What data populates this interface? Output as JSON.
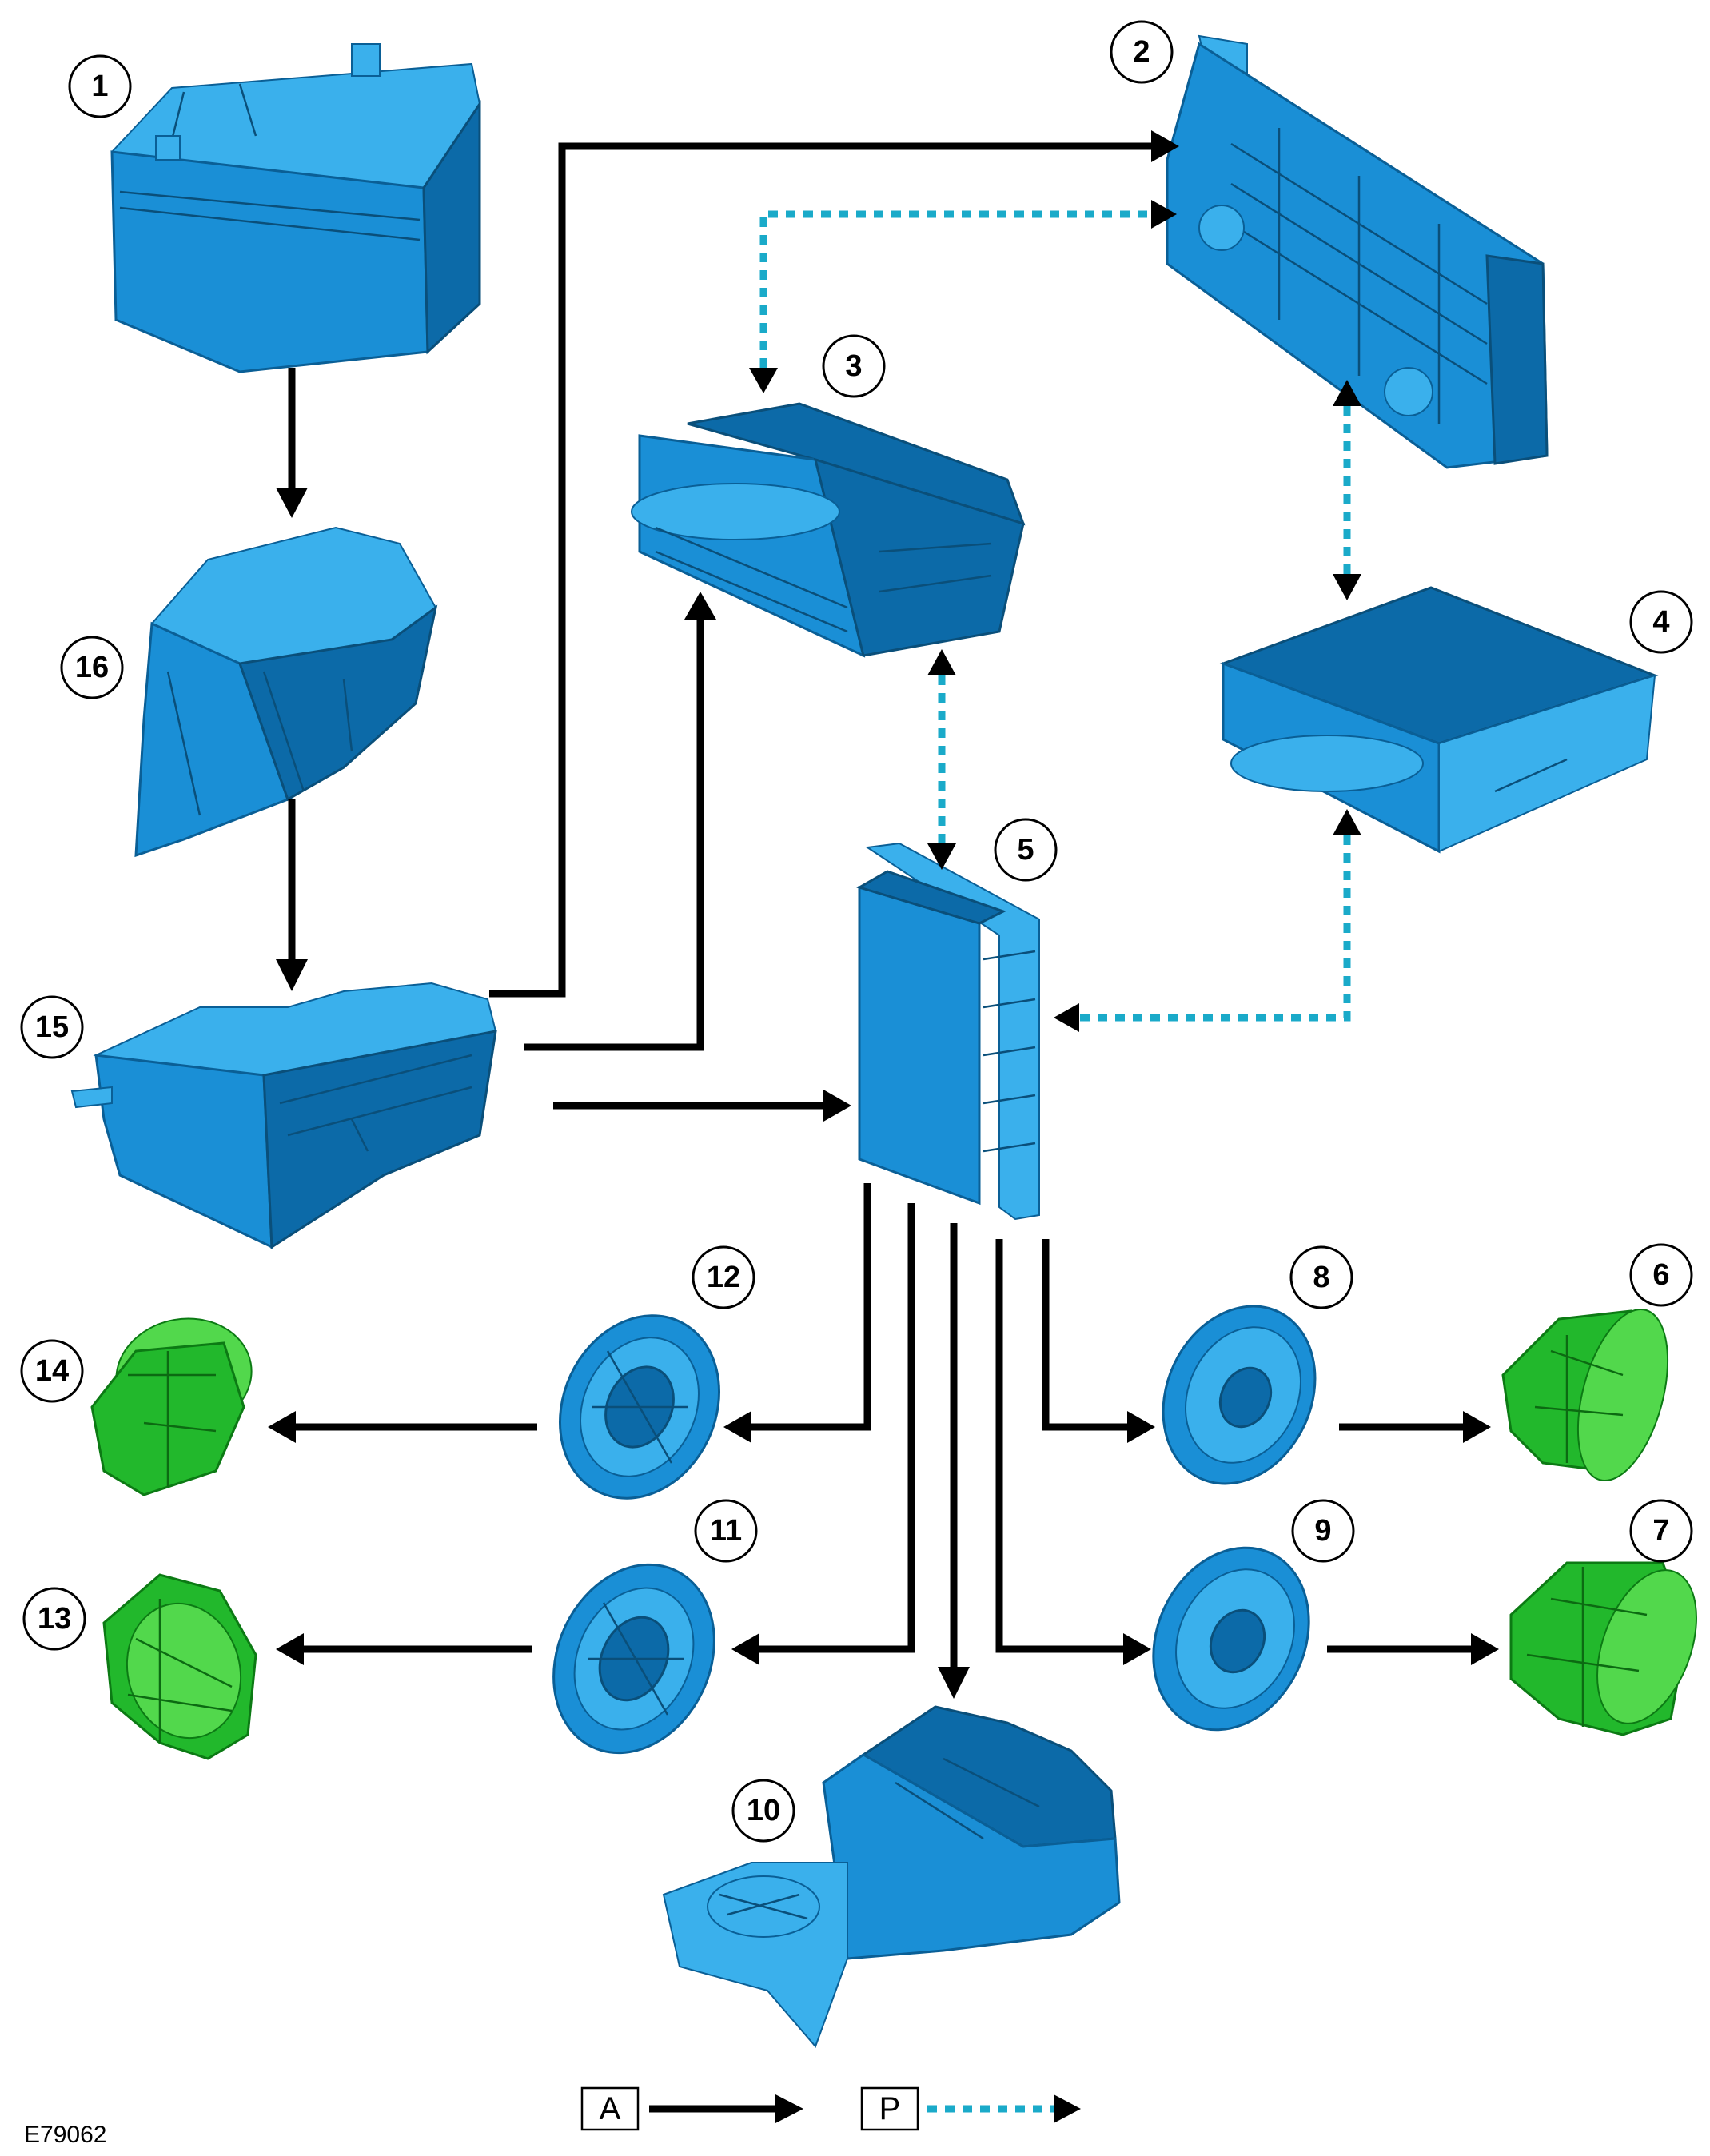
{
  "callouts": {
    "c1": "1",
    "c2": "2",
    "c3": "3",
    "c4": "4",
    "c5": "5",
    "c6": "6",
    "c7": "7",
    "c8": "8",
    "c9": "9",
    "c10": "10",
    "c11": "11",
    "c12": "12",
    "c13": "13",
    "c14": "14",
    "c15": "15",
    "c16": "16"
  },
  "legend": {
    "a_label": "A",
    "p_label": "P"
  },
  "colors": {
    "wire_a": "#000000",
    "wire_p": "#1aaac9",
    "component_blue": "#1a8fd6",
    "speaker_green": "#22b82c"
  },
  "reference_code": "E79062"
}
